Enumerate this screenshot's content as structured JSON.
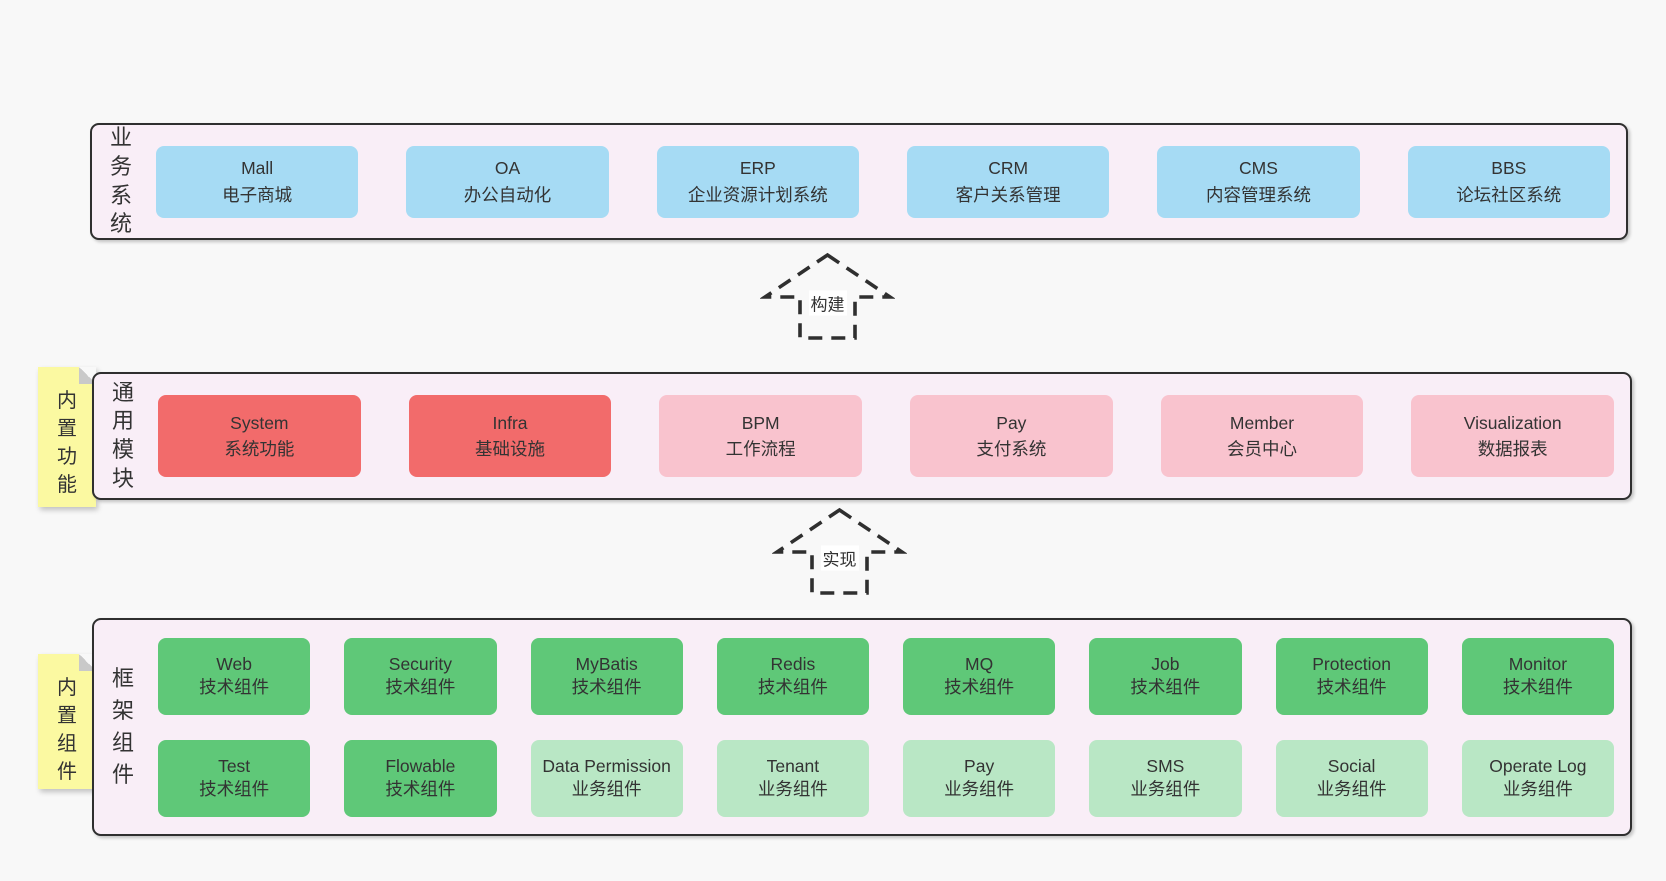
{
  "colors": {
    "panel-bg": "#f9eef7",
    "panel-border": "#2f2f2f",
    "box-blue": "#a6dbf4",
    "box-red": "#f26b6b",
    "box-pink": "#f9c3ce",
    "box-green": "#5fc878",
    "box-lightgreen": "#b9e7c5",
    "sticky-bg": "#fbf9a1",
    "sticky-fold": "#c9c9c9",
    "text": "#333333"
  },
  "arrows": [
    {
      "label": "构建"
    },
    {
      "label": "实现"
    }
  ],
  "sections": [
    {
      "label": "业务系统",
      "sticky": null,
      "rows": [
        [
          {
            "name": "Mall",
            "desc": "电子商城",
            "variant": "blue"
          },
          {
            "name": "OA",
            "desc": "办公自动化",
            "variant": "blue"
          },
          {
            "name": "ERP",
            "desc": "企业资源计划系统",
            "variant": "blue"
          },
          {
            "name": "CRM",
            "desc": "客户关系管理",
            "variant": "blue"
          },
          {
            "name": "CMS",
            "desc": "内容管理系统",
            "variant": "blue"
          },
          {
            "name": "BBS",
            "desc": "论坛社区系统",
            "variant": "blue"
          }
        ]
      ]
    },
    {
      "label": "通用模块",
      "sticky": "内置功能",
      "rows": [
        [
          {
            "name": "System",
            "desc": "系统功能",
            "variant": "red"
          },
          {
            "name": "Infra",
            "desc": "基础设施",
            "variant": "red"
          },
          {
            "name": "BPM",
            "desc": "工作流程",
            "variant": "pink"
          },
          {
            "name": "Pay",
            "desc": "支付系统",
            "variant": "pink"
          },
          {
            "name": "Member",
            "desc": "会员中心",
            "variant": "pink"
          },
          {
            "name": "Visualization",
            "desc": "数据报表",
            "variant": "pink"
          }
        ]
      ]
    },
    {
      "label": "框架组件",
      "sticky": "内置组件",
      "rows": [
        [
          {
            "name": "Web",
            "desc": "技术组件",
            "variant": "green"
          },
          {
            "name": "Security",
            "desc": "技术组件",
            "variant": "green"
          },
          {
            "name": "MyBatis",
            "desc": "技术组件",
            "variant": "green"
          },
          {
            "name": "Redis",
            "desc": "技术组件",
            "variant": "green"
          },
          {
            "name": "MQ",
            "desc": "技术组件",
            "variant": "green"
          },
          {
            "name": "Job",
            "desc": "技术组件",
            "variant": "green"
          },
          {
            "name": "Protection",
            "desc": "技术组件",
            "variant": "green"
          },
          {
            "name": "Monitor",
            "desc": "技术组件",
            "variant": "green"
          }
        ],
        [
          {
            "name": "Test",
            "desc": "技术组件",
            "variant": "green"
          },
          {
            "name": "Flowable",
            "desc": "技术组件",
            "variant": "green"
          },
          {
            "name": "Data Permission",
            "desc": "业务组件",
            "variant": "lightgreen"
          },
          {
            "name": "Tenant",
            "desc": "业务组件",
            "variant": "lightgreen"
          },
          {
            "name": "Pay",
            "desc": "业务组件",
            "variant": "lightgreen"
          },
          {
            "name": "SMS",
            "desc": "业务组件",
            "variant": "lightgreen"
          },
          {
            "name": "Social",
            "desc": "业务组件",
            "variant": "lightgreen"
          },
          {
            "name": "Operate Log",
            "desc": "业务组件",
            "variant": "lightgreen"
          }
        ]
      ]
    }
  ]
}
